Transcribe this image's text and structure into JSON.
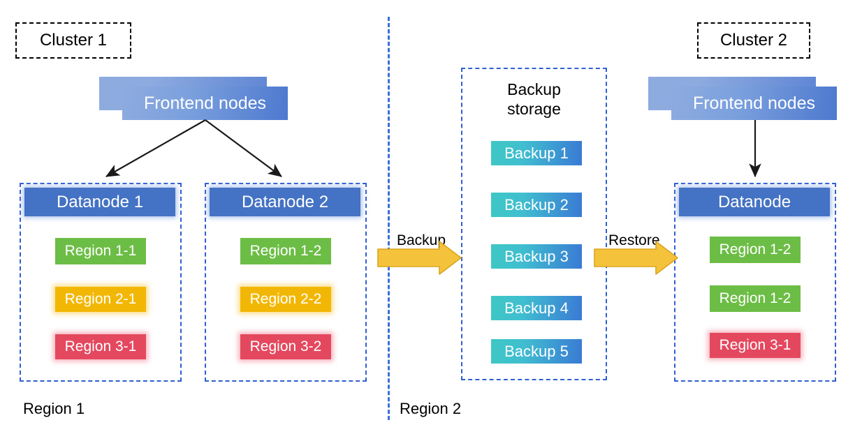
{
  "diagram": {
    "title_labels": {
      "cluster1": "Cluster 1",
      "cluster2": "Cluster 2"
    },
    "region_footers": {
      "left": "Region 1",
      "right": "Region 2"
    },
    "cluster1": {
      "frontend": "Frontend nodes",
      "datanodes": [
        {
          "header": "Datanode 1",
          "regions": [
            {
              "label": "Region 1-1",
              "color": "#6cbd45"
            },
            {
              "label": "Region 2-1",
              "color": "#f2b705"
            },
            {
              "label": "Region 3-1",
              "color": "#e4485f"
            }
          ]
        },
        {
          "header": "Datanode 2",
          "regions": [
            {
              "label": "Region 1-2",
              "color": "#6cbd45"
            },
            {
              "label": "Region 2-2",
              "color": "#f2b705"
            },
            {
              "label": "Region 3-2",
              "color": "#e4485f"
            }
          ]
        }
      ]
    },
    "backup_storage": {
      "title_line1": "Backup",
      "title_line2": "storage",
      "items": [
        "Backup 1",
        "Backup 2",
        "Backup 3",
        "Backup 4",
        "Backup 5"
      ]
    },
    "cluster2": {
      "frontend": "Frontend nodes",
      "datanodes": [
        {
          "header": "Datanode",
          "regions": [
            {
              "label": "Region 1-2",
              "color": "#6cbd45"
            },
            {
              "label": "Region 1-2",
              "color": "#6cbd45"
            },
            {
              "label": "Region 3-1",
              "color": "#e4485f"
            }
          ]
        }
      ]
    },
    "flows": [
      {
        "label": "Backup"
      },
      {
        "label": "Restore"
      }
    ],
    "colors": {
      "datanode_blue": "#4472c4",
      "frontend_blue": "#5f86d4",
      "backup_teal": "#3ec8c4",
      "backup_blue": "#3a7ad4",
      "region_green": "#6cbd45",
      "region_yellow": "#f2b705",
      "region_red": "#e4485f",
      "dashed_blue": "#2f5fd0",
      "arrow_yellow": "#f5c33b",
      "arrow_black": "#1a1a1a"
    }
  }
}
